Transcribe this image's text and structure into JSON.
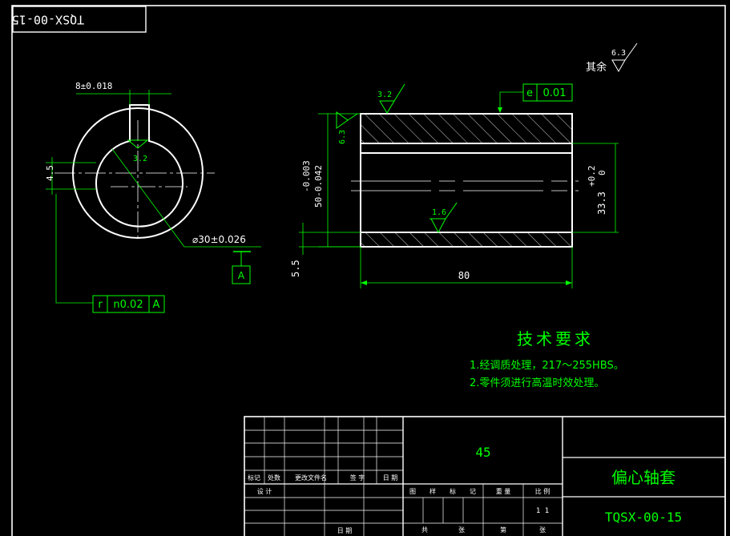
{
  "drawing_no_stamp": "TQSX-00-15",
  "roughness": {
    "rest_label": "其余",
    "rest_value": "6.3",
    "keyway": "3.2",
    "outer_top": "3.2",
    "end_face": "6.3",
    "bore": "1.6"
  },
  "left_view": {
    "key_width": "8±0.018",
    "key_depth": "4.5",
    "bore_dia": "⌀30±0.026",
    "datum": "A",
    "runout_frame": {
      "symbol": "r",
      "value": "n0.02",
      "datum": "A"
    }
  },
  "right_view": {
    "outer_dia_line1": "-0.003",
    "outer_dia_line2": "50-0.042",
    "eccentric_line1": "+0.2",
    "eccentric_line2": "0",
    "eccentric_line3": "33.3",
    "wall": "5.5",
    "length": "80",
    "concentricity_frame": {
      "symbol": "e",
      "value": "0.01"
    }
  },
  "tech_req": {
    "title": "技术要求",
    "items": [
      "1.经调质处理，217～255HBS。",
      "2.零件须进行高温时效处理。"
    ]
  },
  "title_block": {
    "material": "45",
    "part_name": "偏心轴套",
    "drawing_no": "TQSX-00-15",
    "rev_headers": [
      "标记",
      "处数",
      "更改文件名",
      "签 字",
      "日 期"
    ],
    "design": "设 计",
    "date": "日 期",
    "stage_labels": [
      "图",
      "样",
      "标",
      "记"
    ],
    "weight": "重 量",
    "scale": "比 例",
    "scale_value": "1 1",
    "sheet_total": "共",
    "sheet_total_unit": "张",
    "sheet_no": "第",
    "sheet_no_unit": "张"
  },
  "colors": {
    "outline": "#ffffff",
    "annotation": "#00ff00",
    "background": "#000000"
  }
}
